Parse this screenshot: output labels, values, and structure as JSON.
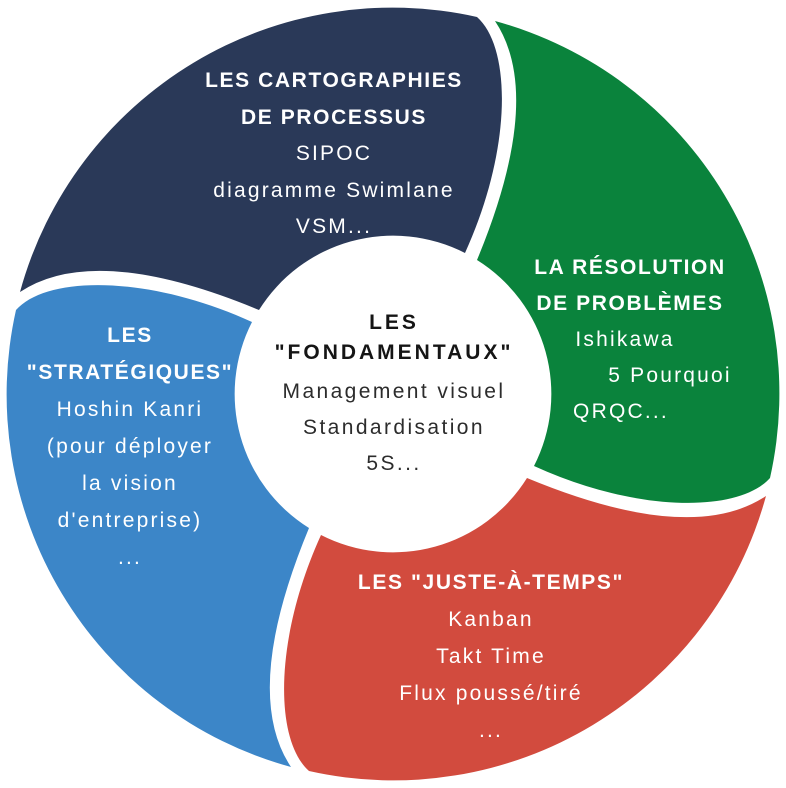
{
  "background": "#ffffff",
  "petal_text_color": "#ffffff",
  "center": {
    "title_lines": [
      "LES",
      "\"FONDAMENTAUX\""
    ],
    "items": [
      "Management visuel",
      "Standardisation",
      "5S..."
    ],
    "title_color": "#151515",
    "body_color": "#2c2c2c"
  },
  "petals": [
    {
      "name": "cartographies-de-processus",
      "position": "top",
      "color": "#2a3958",
      "title_lines": [
        "LES CARTOGRAPHIES",
        "DE PROCESSUS"
      ],
      "items": [
        "SIPOC",
        "diagramme Swimlane",
        "VSM..."
      ]
    },
    {
      "name": "resolution-de-problemes",
      "position": "right",
      "color": "#0a833c",
      "title_lines": [
        "LA RÉSOLUTION",
        "DE PROBLÈMES"
      ],
      "items": [
        "Ishikawa",
        "5 Pourquoi",
        "QRQC..."
      ]
    },
    {
      "name": "juste-a-temps",
      "position": "bottom",
      "color": "#d24b3e",
      "title_lines": [
        "LES \"JUSTE-À-TEMPS\""
      ],
      "items": [
        "Kanban",
        "Takt Time",
        "Flux poussé/tiré",
        "..."
      ]
    },
    {
      "name": "strategiques",
      "position": "left",
      "color": "#3c86c8",
      "title_lines": [
        "LES",
        "\"STRATÉGIQUES\""
      ],
      "items": [
        "Hoshin Kanri",
        "(pour déployer",
        "la vision",
        "d'entreprise)",
        "..."
      ]
    }
  ]
}
